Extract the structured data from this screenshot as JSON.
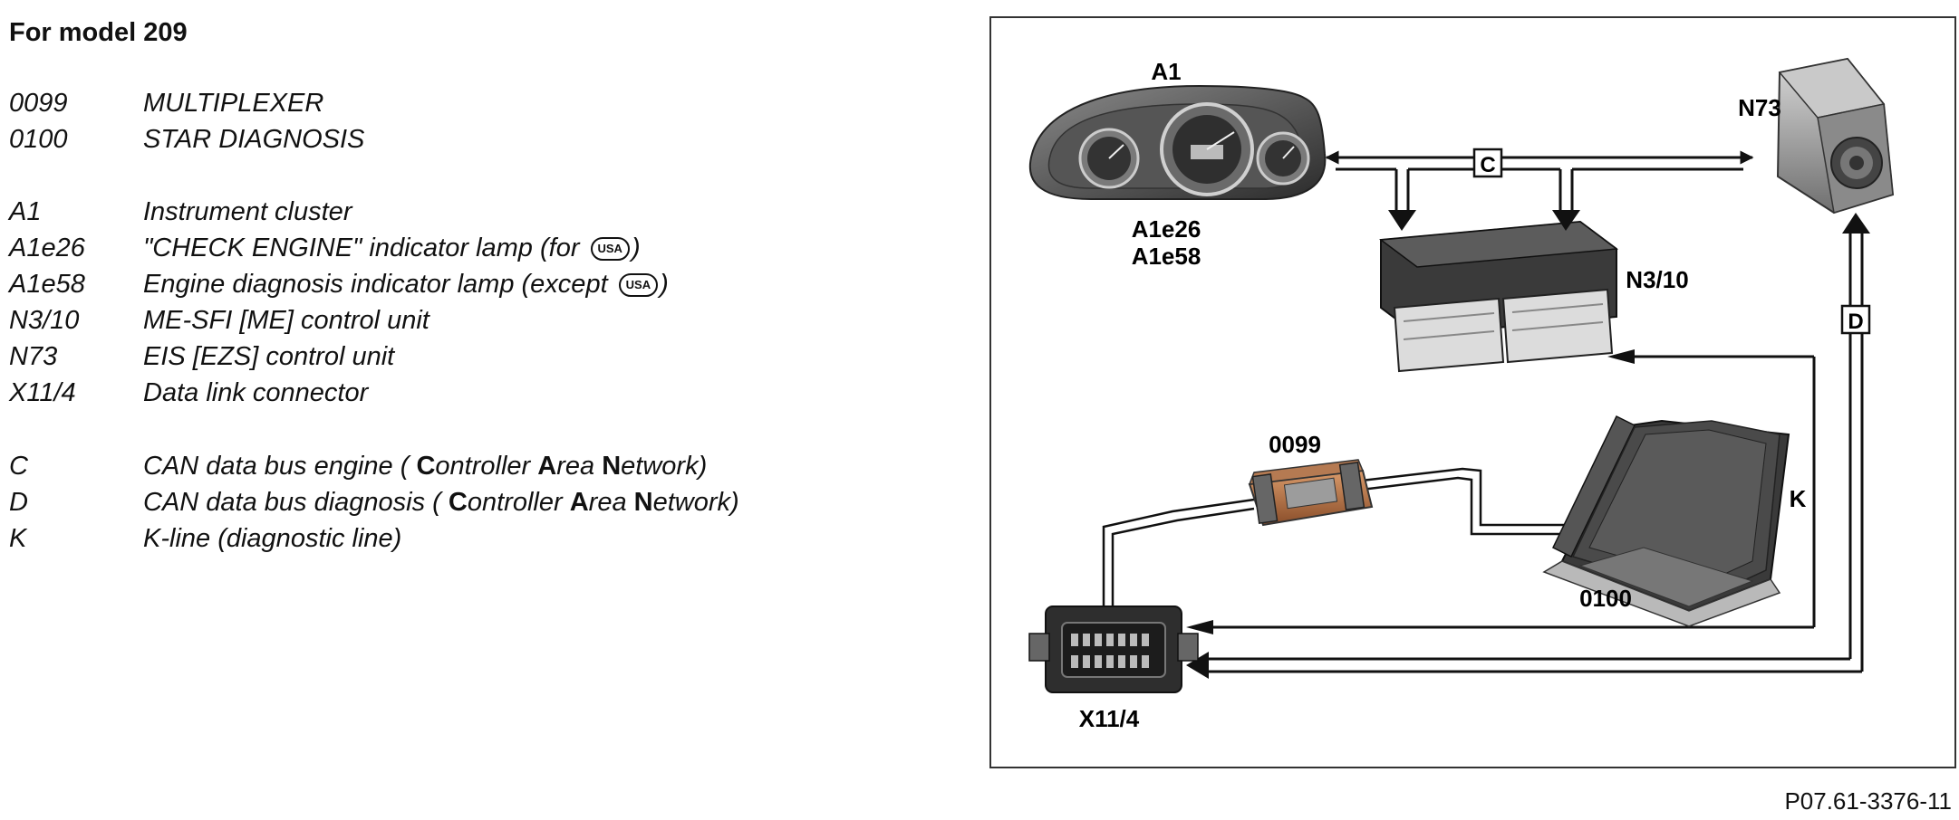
{
  "heading": "For model 209",
  "legend_groups": [
    {
      "items": [
        {
          "code": "0099",
          "description": "MULTIPLEXER"
        },
        {
          "code": "0100",
          "description": "STAR DIAGNOSIS"
        }
      ]
    },
    {
      "items": [
        {
          "code": "A1",
          "description": "Instrument cluster"
        },
        {
          "code": "A1e26",
          "description": "\"CHECK ENGINE\" indicator lamp (for",
          "symbol": "USA",
          "suffix": ")"
        },
        {
          "code": "A1e58",
          "description": "Engine diagnosis indicator lamp (except",
          "symbol": "USA",
          "suffix": ")"
        },
        {
          "code": "N3/10",
          "description": "ME-SFI [ME] control unit"
        },
        {
          "code": "N73",
          "description": "EIS [EZS] control unit"
        },
        {
          "code": "X11/4",
          "description": "Data link connector"
        }
      ]
    },
    {
      "items": [
        {
          "code": "C",
          "prefix": "CAN data bus engine (",
          "bold_initials": [
            "C",
            "A",
            "N"
          ],
          "words_rest": [
            "ontroller",
            "rea",
            "etwork)"
          ]
        },
        {
          "code": "D",
          "prefix": "CAN data bus diagnosis (",
          "bold_initials": [
            "C",
            "A",
            "N"
          ],
          "words_rest": [
            "ontroller",
            "rea",
            "etwork)"
          ]
        },
        {
          "code": "K",
          "description": "K-line (diagnostic line)"
        }
      ]
    }
  ],
  "diagram": {
    "labels": {
      "a1": "A1",
      "a1e26": "A1e26",
      "a1e58": "A1e58",
      "n73": "N73",
      "n310": "N3/10",
      "c": "C",
      "d": "D",
      "k": "K",
      "m0099": "0099",
      "m0100": "0100",
      "x114": "X11/4"
    },
    "components": [
      {
        "id": "instrument-cluster",
        "label": "A1"
      },
      {
        "id": "eis-control-unit",
        "label": "N73"
      },
      {
        "id": "me-sfi-control-unit",
        "label": "N3/10"
      },
      {
        "id": "multiplexer",
        "label": "0099"
      },
      {
        "id": "laptop",
        "label": "0100"
      },
      {
        "id": "data-link-connector",
        "label": "X11/4"
      }
    ],
    "connections": [
      {
        "bus": "C",
        "from": "A1",
        "to": "N73",
        "bidirectional": true,
        "branches_to": [
          "N3/10"
        ]
      },
      {
        "bus": "K",
        "from": "N3/10",
        "to": "X11/4",
        "bidirectional": true
      },
      {
        "bus": "D",
        "from": "N73",
        "to": "X11/4",
        "bidirectional": true
      },
      {
        "cable": "diagnostic",
        "from": "X11/4",
        "to": "0099"
      },
      {
        "cable": "diagnostic",
        "from": "0099",
        "to": "0100"
      }
    ]
  },
  "figure_id": "P07.61-3376-11"
}
